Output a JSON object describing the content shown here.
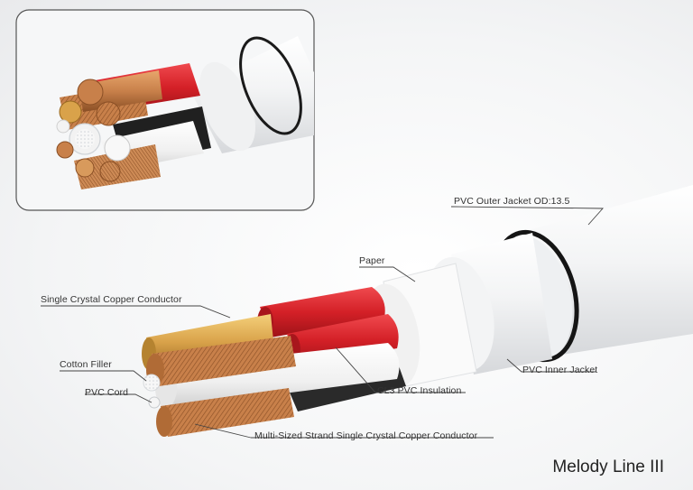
{
  "labels": {
    "outer_jacket": "PVC Outer Jacket OD:13.5",
    "paper": "Paper",
    "conductor": "Single Crystal Copper Conductor",
    "cotton_filler": "Cotton Filler",
    "pvc_cord": "PVC Cord",
    "multi_strand": "Multi-Sized Strand Single Crystal Copper Conductor",
    "inner_jacket": "PVC Inner Jacket",
    "insulation": "CL3 PVC Insulation"
  },
  "brand": "Melody Line III",
  "colors": {
    "jacket": "#f2f3f4",
    "red_insulation": "#d42027",
    "white_insulation": "#f4f4f4",
    "black_insulation": "#2a2a2a",
    "copper": "#c8804a",
    "brass": "#d9a24a",
    "inset_border": "#555555"
  }
}
